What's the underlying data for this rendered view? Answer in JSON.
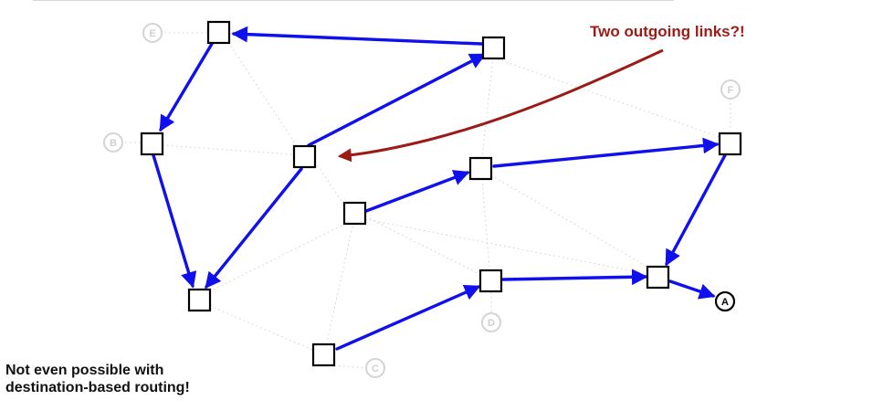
{
  "callout": {
    "text": "Two outgoing links?!"
  },
  "note": {
    "line1": "Not even possible with",
    "line2": "destination-based routing!"
  },
  "labels": {
    "E": "E",
    "B": "B",
    "F": "F",
    "D": "D",
    "C": "C",
    "A": "A"
  },
  "colors": {
    "link": "#1010ee",
    "callout": "#9b1c17",
    "faint": "#cfcfcf",
    "node": "#000000"
  }
}
